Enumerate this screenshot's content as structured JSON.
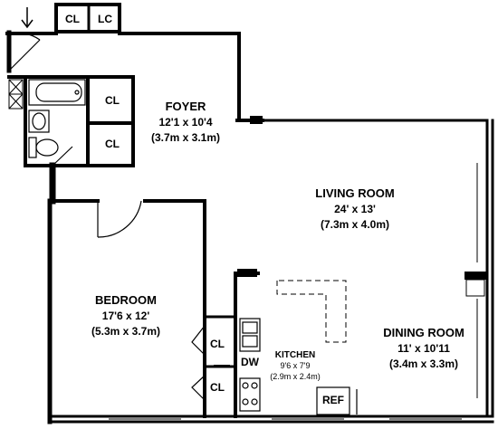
{
  "rooms": {
    "foyer": {
      "name": "FOYER",
      "dim_ft": "12'1 x 10'4",
      "dim_m": "(3.7m x 3.1m)"
    },
    "living": {
      "name": "LIVING ROOM",
      "dim_ft": "24' x 13'",
      "dim_m": "(7.3m x 4.0m)"
    },
    "bedroom": {
      "name": "BEDROOM",
      "dim_ft": "17'6 x 12'",
      "dim_m": "(5.3m x 3.7m)"
    },
    "dining": {
      "name": "DINING ROOM",
      "dim_ft": "11' x 10'11",
      "dim_m": "(3.4m x 3.3m)"
    },
    "kitchen": {
      "name": "KITCHEN",
      "dim_ft": "9'6 x 7'9",
      "dim_m": "(2.9m x 2.4m)"
    }
  },
  "closets": {
    "entry_cl": "CL",
    "entry_lc": "LC",
    "bath_cl_1": "CL",
    "bath_cl_2": "CL",
    "bed_cl_1": "CL",
    "bed_cl_2": "CL"
  },
  "appliances": {
    "dishwasher": "DW",
    "refrigerator": "REF"
  },
  "icons": {
    "entry": "entry-arrow-icon"
  }
}
